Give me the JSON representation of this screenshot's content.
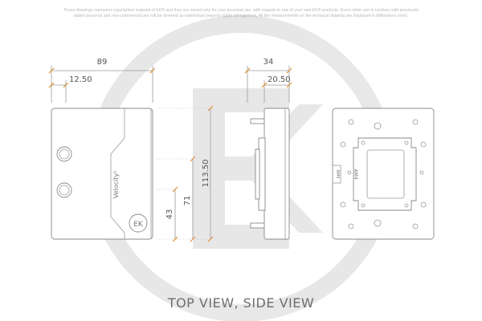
{
  "disclaimer": {
    "line1": "These drawings represent copyrighted material of EK® and they are meant only for your personal use, with regards to use of your own EK® products. Every other use in contrary with previously",
    "line2": "stated personal and non-commercial use will be deemed as intellectual property rights infringement. All the measurements on the technical drawing are displayed in Millimeters (mm)."
  },
  "dimensions": {
    "top_width": "89",
    "top_inlet": "12.50",
    "side_depth": "34",
    "side_inner": "20.50",
    "height_total": "113.50",
    "height_mid": "71",
    "height_low": "43"
  },
  "labels": {
    "brand": "Velocity²",
    "socket": "AM4",
    "socket_sub": "AM4"
  },
  "caption": "TOP VIEW, SIDE VIEW"
}
